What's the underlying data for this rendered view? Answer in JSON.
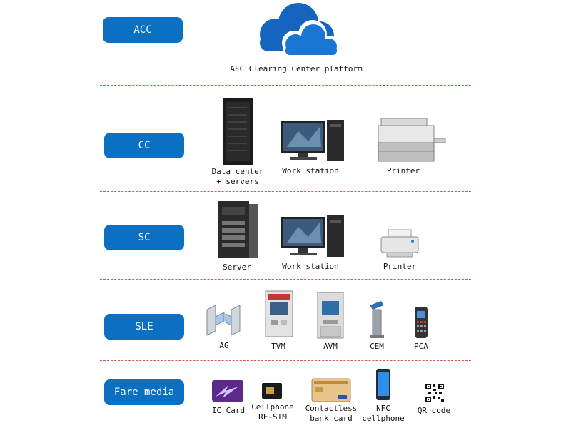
{
  "layers": [
    {
      "label": "ACC"
    },
    {
      "label": "CC"
    },
    {
      "label": "SC"
    },
    {
      "label": "SLE"
    },
    {
      "label": "Fare media"
    }
  ],
  "acc": {
    "caption": "AFC Clearing Center platform"
  },
  "cc": {
    "datacenter_line1": "Data center",
    "datacenter_line2": "+ servers",
    "workstation": "Work station",
    "printer": "Printer"
  },
  "sc": {
    "server": "Server",
    "workstation": "Work station",
    "printer": "Printer"
  },
  "sle": {
    "ag": "AG",
    "tvm": "TVM",
    "avm": "AVM",
    "cem": "CEM",
    "pca": "PCA"
  },
  "fare_media": {
    "ic_card": "IC Card",
    "rfsim_line1": "Cellphone",
    "rfsim_line2": "RF-SIM",
    "bank_line1": "Contactless",
    "bank_line2": "bank card",
    "nfc_line1": "NFC",
    "nfc_line2": "cellphone",
    "qr": "QR code"
  },
  "colors": {
    "pill": "#0b6fc2",
    "separator": "#d9534f",
    "cloud": "#1565c0"
  }
}
